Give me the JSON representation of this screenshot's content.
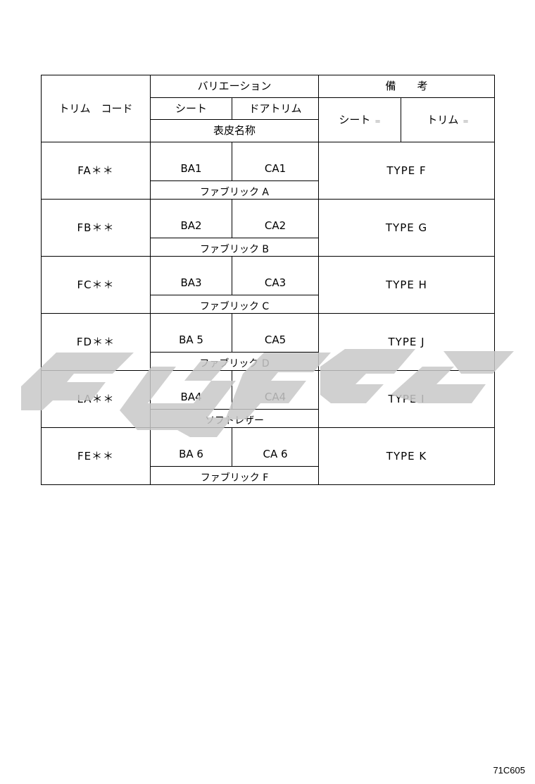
{
  "header": {
    "trim_code": "トリム　コード",
    "variation": "バリエーション",
    "seat": "シート",
    "door_trim": "ドアトリム",
    "material": "表皮名称",
    "remarks": "備　　考",
    "remarks_seat": "シート",
    "remarks_trim": "トリム",
    "eq_mark": "="
  },
  "rows": [
    {
      "code": "FA＊＊",
      "seat": "BA1",
      "door": "CA1",
      "material": "ファブリック A",
      "type": "TYPE  F"
    },
    {
      "code": "FB＊＊",
      "seat": "BA2",
      "door": "CA2",
      "material": "ファブリック B",
      "type": "TYPE  G"
    },
    {
      "code": "FC＊＊",
      "seat": "BA3",
      "door": "CA3",
      "material": "ファブリック C",
      "type": "TYPE  H"
    },
    {
      "code": "FD＊＊",
      "seat": "BA 5",
      "door": "CA5",
      "material": "ファブリック D",
      "type": "TYPE  J"
    },
    {
      "code": "LA＊＊",
      "seat": "BA4",
      "door": "CA4",
      "material": "ソフトレザー",
      "type": "TYPE  I"
    },
    {
      "code": "FE＊＊",
      "seat": "BA 6",
      "door": "CA 6",
      "material": "ファブリック F",
      "type": "TYPE  K"
    }
  ],
  "footer": {
    "figure_code": "71C605"
  },
  "colors": {
    "watermark": "#c8c8c8",
    "line": "#000000"
  }
}
